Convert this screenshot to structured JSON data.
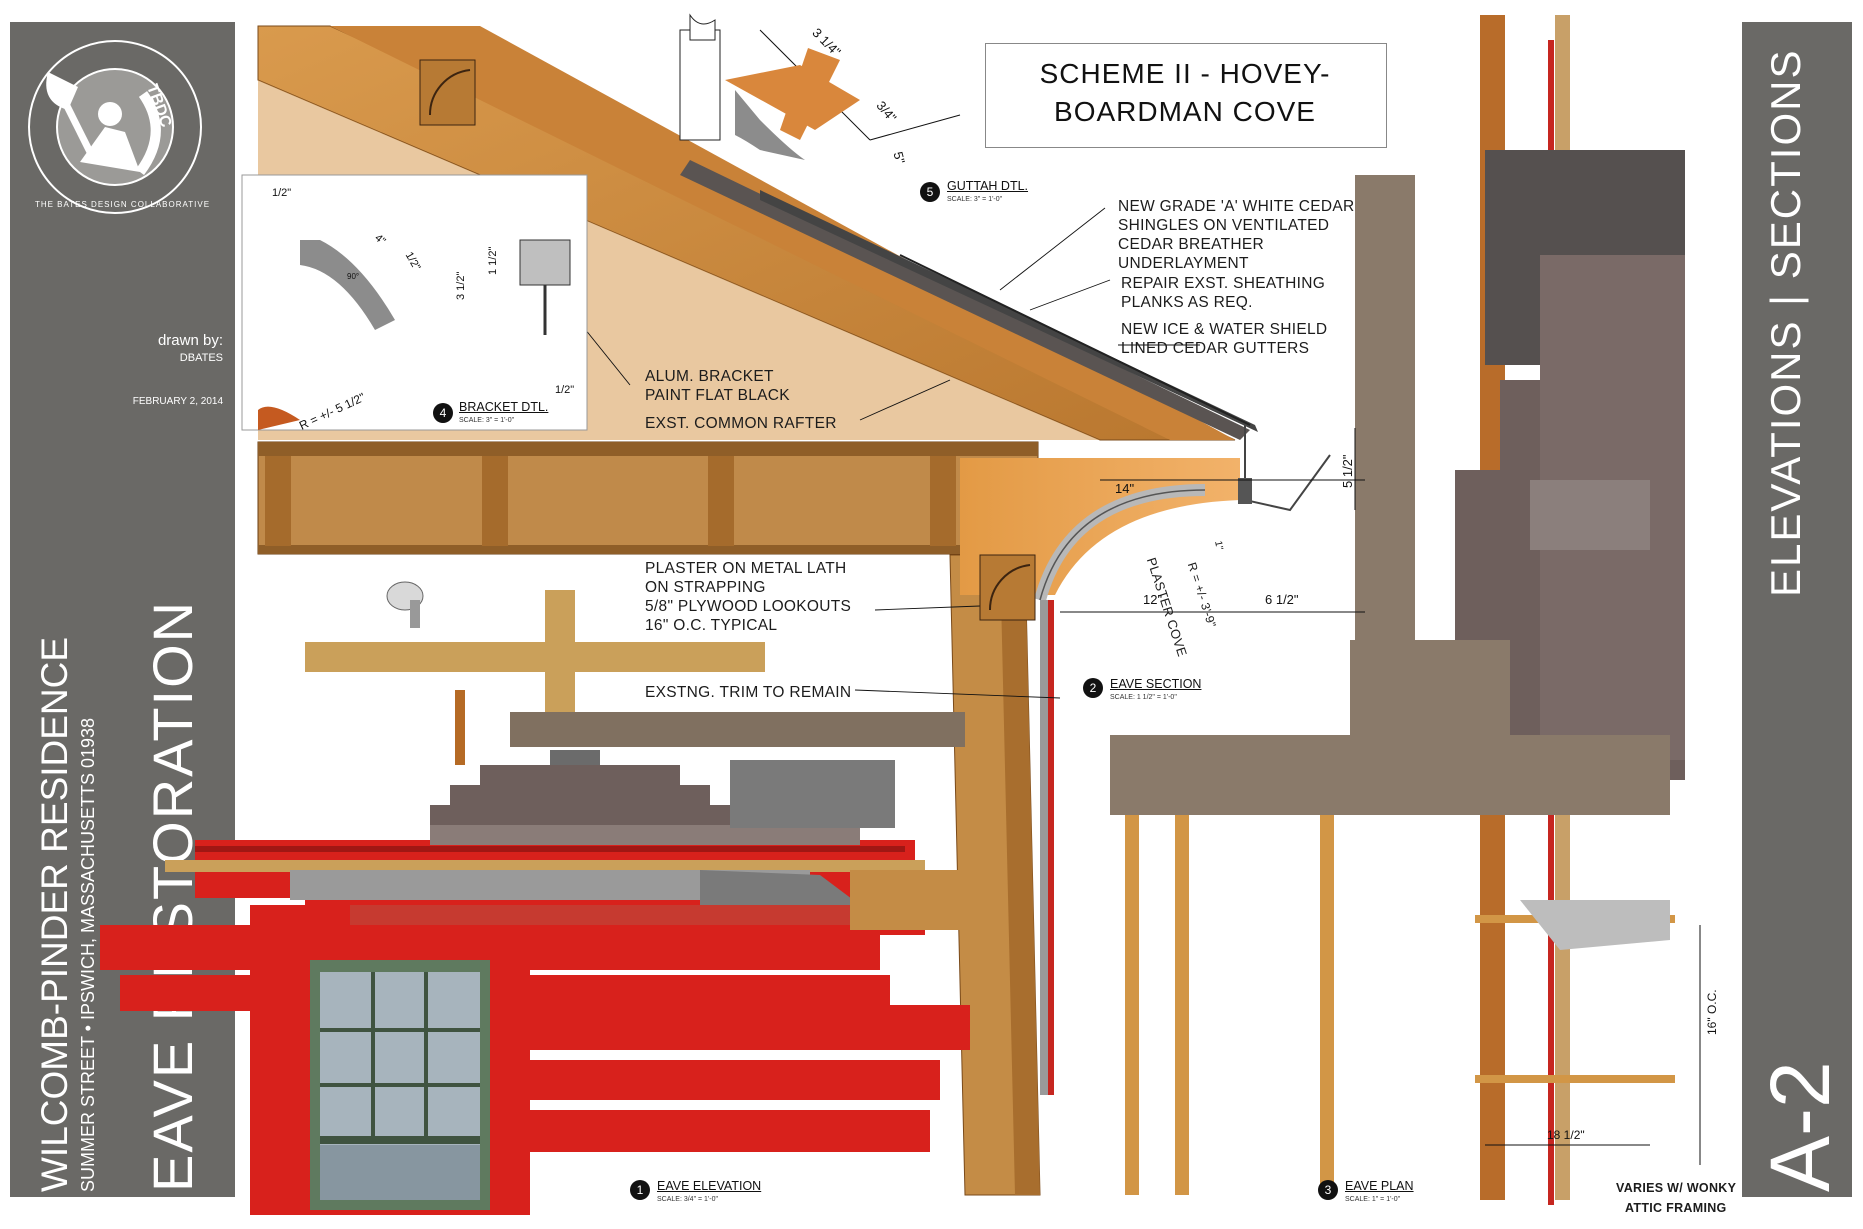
{
  "left_panel": {
    "firm_name": "THE BATES DESIGN COLLABORATIVE",
    "logo_initials": "TBDC",
    "drawn_by_label": "drawn by:",
    "drawn_by_name": "DBATES",
    "date": "FEBRUARY 2, 2014",
    "project_title": "WILCOMB-PINDER RESIDENCE",
    "project_address": "SUMMER STREET • IPSWICH, MASSACHUSETTS 01938",
    "sheet_title": "EAVE RESTORATION"
  },
  "right_panel": {
    "sheet_category": "ELEVATIONS | SECTIONS",
    "sheet_number": "A-2"
  },
  "scheme": {
    "line1": "SCHEME II - HOVEY-",
    "line2": "BOARDMAN COVE"
  },
  "notes": {
    "shingles_1": "NEW GRADE 'A' WHITE CEDAR",
    "shingles_2": "SHINGLES ON VENTILATED",
    "shingles_3": "CEDAR BREATHER",
    "shingles_4": "UNDERLAYMENT",
    "sheathing_1": "REPAIR EXST. SHEATHING",
    "sheathing_2": "PLANKS AS REQ.",
    "gutter_1": "NEW ICE & WATER SHIELD",
    "gutter_2": "LINED CEDAR GUTTERS",
    "bracket_1": "ALUM. BRACKET",
    "bracket_2": "PAINT FLAT BLACK",
    "rafter": "EXST. COMMON RAFTER",
    "plaster_1": "PLASTER ON METAL LATH",
    "plaster_2": "ON STRAPPING",
    "plaster_3": "5/8\" PLYWOOD LOOKOUTS",
    "plaster_4": "16\" O.C. TYPICAL",
    "trim": "EXSTNG. TRIM TO REMAIN",
    "wonky_1": "VARIES W/ WONKY",
    "wonky_2": "ATTIC FRAMING",
    "plaster_cove": "PLASTER COVE",
    "radius_cove": "R = +/- 3'-9\""
  },
  "dimensions": {
    "guttah_a": "3 1/4\"",
    "guttah_b": "3/4\"",
    "guttah_c": "5\"",
    "bracket_a": "1/2\"",
    "bracket_b": "4\"",
    "bracket_c": "1/2\"",
    "bracket_d": "3 1/2\"",
    "bracket_e": "1 1/2\"",
    "bracket_f": "1/2\"",
    "bracket_radius": "R = +/- 5 1/2\"",
    "bracket_angle": "90°",
    "section_14": "14\"",
    "section_5half": "5 1/2\"",
    "section_1": "1\"",
    "section_12": "12\"",
    "section_6half": "6 1/2\"",
    "plan_16oc": "16\" O.C.",
    "plan_18half": "18 1/2\""
  },
  "details": [
    {
      "number": "1",
      "title": "EAVE ELEVATION",
      "scale": "SCALE: 3/4\" = 1'-0\""
    },
    {
      "number": "2",
      "title": "EAVE SECTION",
      "scale": "SCALE: 1 1/2\" = 1'-0\""
    },
    {
      "number": "3",
      "title": "EAVE PLAN",
      "scale": "SCALE: 1\" = 1'-0\""
    },
    {
      "number": "4",
      "title": "BRACKET DTL.",
      "scale": "SCALE: 3\" = 1'-0\""
    },
    {
      "number": "5",
      "title": "GUTTAH DTL.",
      "scale": "SCALE: 3\" = 1'-0\""
    }
  ],
  "colors": {
    "panel": "#6a6966",
    "wood": "#c9893f",
    "red_paint": "#d8211c",
    "shingle": "#6e5f5c",
    "deck": "#8a7a6a"
  }
}
